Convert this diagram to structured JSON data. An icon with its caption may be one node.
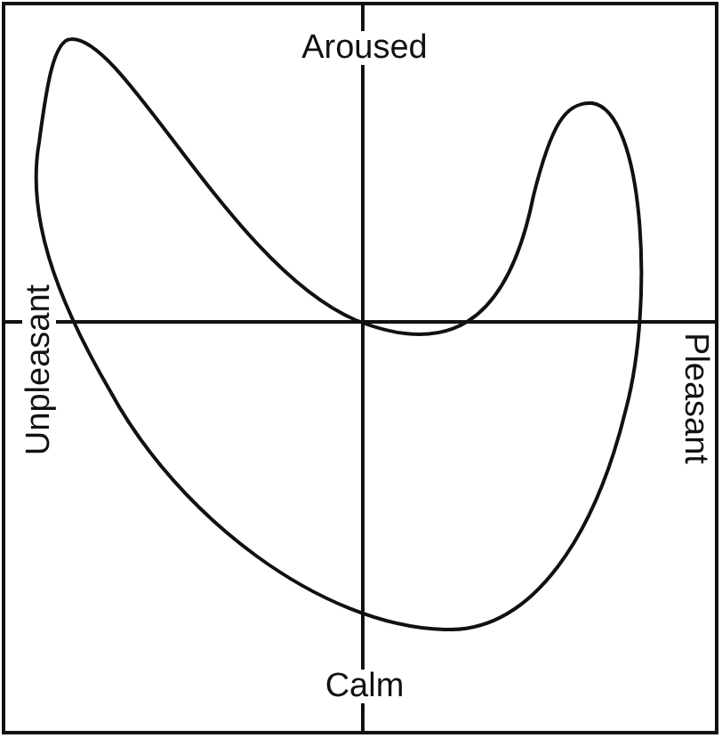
{
  "diagram": {
    "labels": [
      "Aroused",
      "Calm",
      "Unpleasant",
      "Pleasant"
    ]
  }
}
